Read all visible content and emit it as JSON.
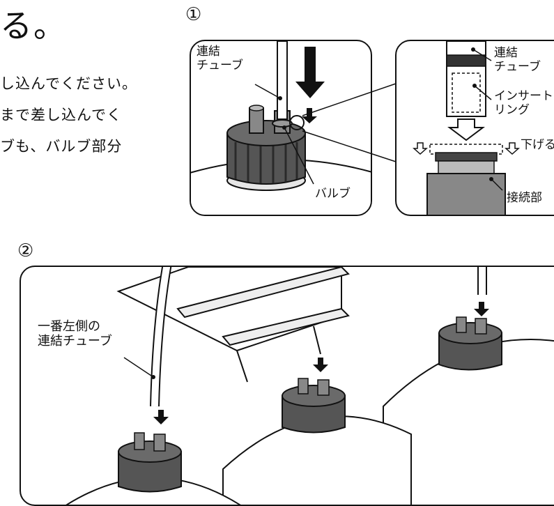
{
  "intro": {
    "heading_fragment": "る。",
    "lines": [
      "し込んでください。",
      "まで差し込んでく",
      "ブも、バルブ部分"
    ]
  },
  "step1": {
    "number": "①",
    "label_tube": [
      "連結",
      "チューブ"
    ],
    "label_valve": "バルブ",
    "detail": {
      "label_tube": [
        "連結",
        "チューブ"
      ],
      "label_insert": [
        "インサート",
        "リング"
      ],
      "label_lower": "下げる",
      "label_connector": "接続部"
    }
  },
  "step2": {
    "number": "②",
    "label_tube": [
      "一番左側の",
      "連結チューブ"
    ]
  }
}
